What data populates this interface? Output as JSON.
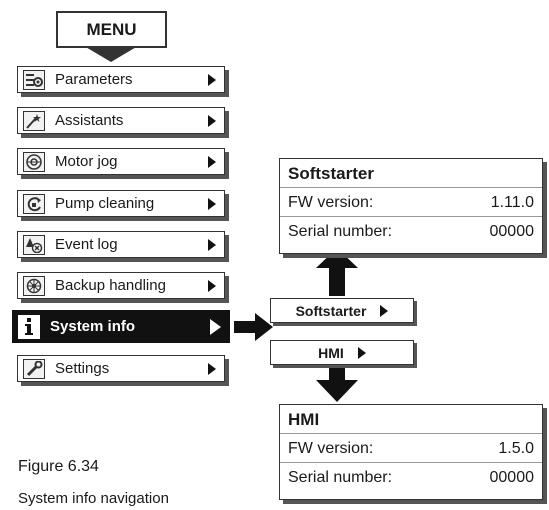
{
  "menu": {
    "header": "MENU",
    "items": [
      {
        "label": "Parameters",
        "icon": "parameters-icon"
      },
      {
        "label": "Assistants",
        "icon": "assistants-icon"
      },
      {
        "label": "Motor jog",
        "icon": "motor-jog-icon"
      },
      {
        "label": "Pump cleaning",
        "icon": "pump-cleaning-icon"
      },
      {
        "label": "Event log",
        "icon": "event-log-icon"
      },
      {
        "label": "Backup handling",
        "icon": "backup-handling-icon"
      },
      {
        "label": "System info",
        "icon": "info-icon",
        "selected": true
      },
      {
        "label": "Settings",
        "icon": "settings-icon"
      }
    ]
  },
  "submenu": {
    "softstarter_label": "Softstarter",
    "hmi_label": "HMI"
  },
  "softstarter_panel": {
    "title": "Softstarter",
    "rows": [
      {
        "label": "FW version:",
        "value": "1.11.0"
      },
      {
        "label": "Serial number:",
        "value": "00000"
      }
    ]
  },
  "hmi_panel": {
    "title": "HMI",
    "rows": [
      {
        "label": "FW version:",
        "value": "1.5.0"
      },
      {
        "label": "Serial number:",
        "value": "00000"
      }
    ]
  },
  "caption": {
    "title": "Figure 6.34",
    "subtitle": "System info navigation"
  },
  "colors": {
    "border": "#333333",
    "selected_bg": "#111111"
  }
}
